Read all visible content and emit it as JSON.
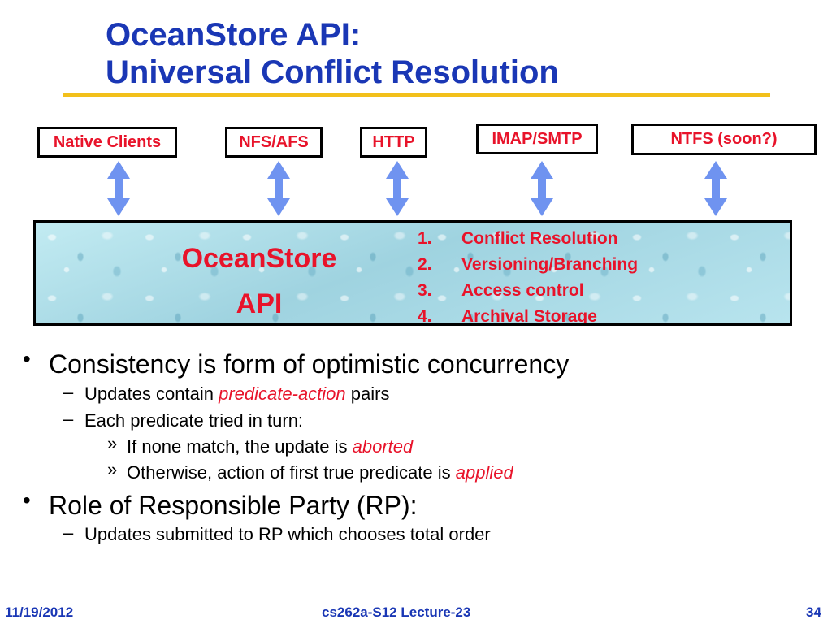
{
  "title": {
    "line1": "OceanStore API:",
    "line2": "Universal Conflict Resolution"
  },
  "protocols": [
    "Native Clients",
    "NFS/AFS",
    "HTTP",
    "IMAP/SMTP",
    "NTFS (soon?)"
  ],
  "api_box": {
    "title_line1": "OceanStore",
    "title_line2": "API",
    "items": [
      {
        "num": "1.",
        "label": "Conflict Resolution"
      },
      {
        "num": "2.",
        "label": "Versioning/Branching"
      },
      {
        "num": "3.",
        "label": "Access control"
      },
      {
        "num": "4.",
        "label": "Archival Storage"
      }
    ]
  },
  "bullets": {
    "b1": "Consistency is form of optimistic concurrency",
    "b1_s1_pre": "Updates contain ",
    "b1_s1_em": "predicate-action",
    "b1_s1_post": " pairs",
    "b1_s2": "Each predicate tried in turn:",
    "b1_s2_a_pre": "If none match, the update is ",
    "b1_s2_a_em": "aborted",
    "b1_s2_b_pre": "Otherwise, action of first true predicate is ",
    "b1_s2_b_em": "applied",
    "b2": "Role of Responsible Party (RP):",
    "b2_s1": "Updates submitted to RP which chooses total order"
  },
  "footer": {
    "date": "11/19/2012",
    "course": "cs262a-S12 Lecture-23",
    "page": "34"
  },
  "colors": {
    "title": "#1a37b5",
    "accent_red": "#e8132a",
    "rule": "#f2c01b",
    "arrow": "#6f93f0",
    "api_background": "#a9dbe6"
  },
  "icons": [
    "double-headed-arrow-icon"
  ]
}
